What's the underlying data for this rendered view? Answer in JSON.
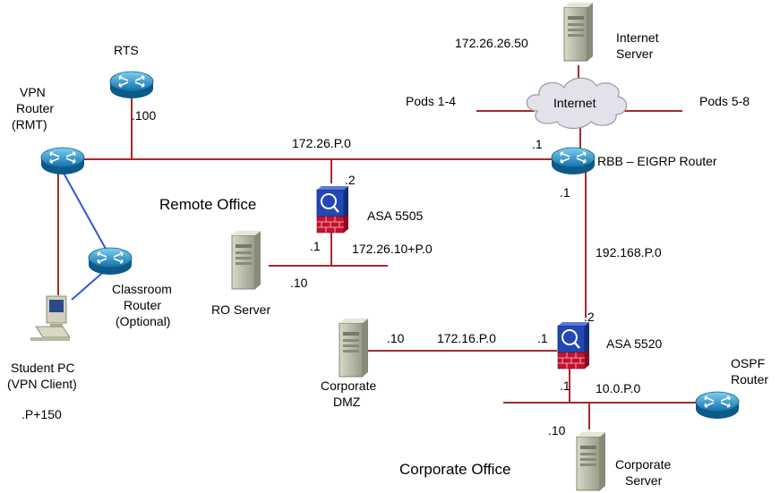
{
  "devices": {
    "rts": "RTS",
    "vpn_router": [
      "VPN",
      "Router",
      "(RMT)"
    ],
    "classroom_router": [
      "Classroom",
      "Router",
      "(Optional)"
    ],
    "student_pc": [
      "Student PC",
      "(VPN Client)"
    ],
    "student_pc_addr": ".P+150",
    "internet_server": [
      "Internet",
      "Server"
    ],
    "internet_server_ip": "172.26.26.50",
    "internet_cloud": "Internet",
    "pods_left": "Pods 1-4",
    "pods_right": "Pods 5-8",
    "rbb_router": "RBB – EIGRP Router",
    "asa_5505": "ASA 5505",
    "asa_5520": "ASA 5520",
    "ro_server": "RO Server",
    "corporate_dmz": [
      "Corporate",
      "DMZ"
    ],
    "ospf_router": [
      "OSPF",
      "Router"
    ],
    "corporate_server": [
      "Corporate",
      "Server"
    ]
  },
  "sites": {
    "remote_office": "Remote Office",
    "corporate_office": "Corporate Office"
  },
  "networks": {
    "main": "172.26.P.0",
    "remote_lan": "172.26.10+P.0",
    "transit": "192.168.P.0",
    "dmz": "172.16.P.0",
    "inside": "10.0.P.0"
  },
  "hosts": {
    "rts_100": ".100",
    "rbb_1a": ".1",
    "rbb_1b": ".1",
    "asa5505_2": ".2",
    "asa5505_1": ".1",
    "ro_server_10": ".10",
    "asa5520_2": ".2",
    "asa5520_1a": ".1",
    "asa5520_1b": ".1",
    "dmz_10": ".10",
    "corp_server_10": ".10"
  },
  "colors": {
    "ethernet_link": "#a52a2a",
    "vpn_link": "#3355dd",
    "router": "#1e90c8",
    "firewall": "#1e3aa0",
    "firewall_brick": "#c8102e",
    "server": "#b5b5a0"
  }
}
